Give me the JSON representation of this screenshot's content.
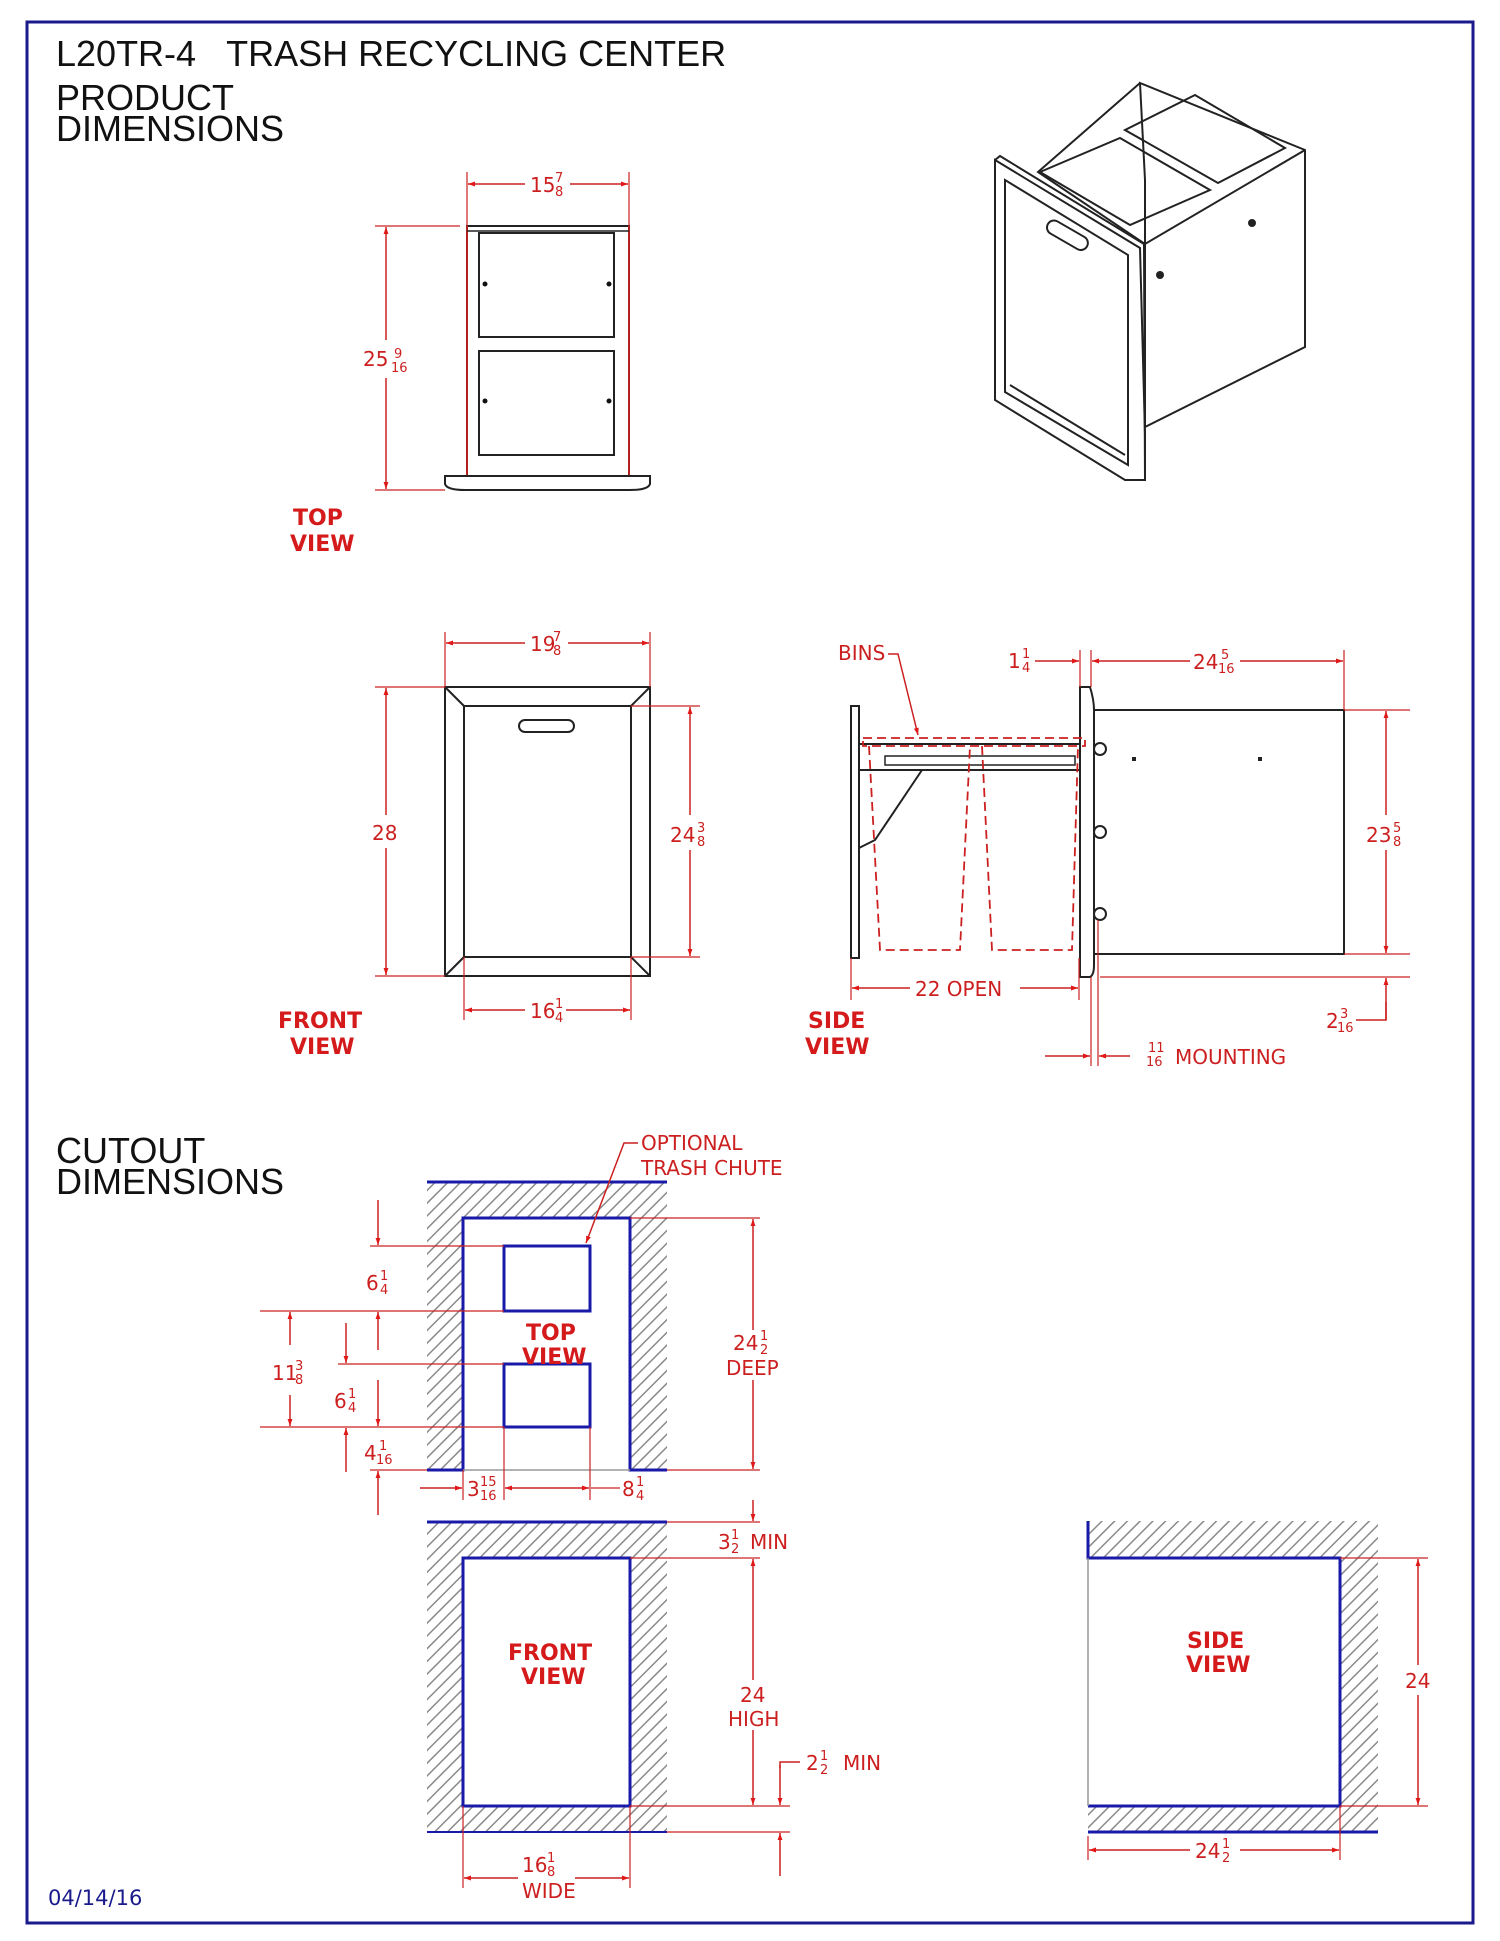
{
  "header": {
    "model": "L20TR-4",
    "title": "TRASH RECYCLING CENTER"
  },
  "sections": {
    "product": {
      "line1": "PRODUCT",
      "line2": "DIMENSIONS"
    },
    "cutout": {
      "line1": "CUTOUT",
      "line2": "DIMENSIONS"
    }
  },
  "product_views": {
    "top_view": {
      "label_line1": "TOP",
      "label_line2": "VIEW",
      "width": {
        "whole": "15",
        "num": "7",
        "den": "8"
      },
      "depth": {
        "whole": "25",
        "num": "9",
        "den": "16"
      }
    },
    "front_view": {
      "label_line1": "FRONT",
      "label_line2": "VIEW",
      "overall_width": {
        "whole": "19",
        "num": "7",
        "den": "8"
      },
      "overall_height": "28",
      "inner_height": {
        "whole": "24",
        "num": "3",
        "den": "8"
      },
      "inner_width": {
        "whole": "16",
        "num": "1",
        "den": "4"
      }
    },
    "side_view": {
      "label_line1": "SIDE",
      "label_line2": "VIEW",
      "bins_label": "BINS",
      "door_thickness": {
        "whole": "1",
        "num": "1",
        "den": "4"
      },
      "body_depth": {
        "whole": "24",
        "num": "5",
        "den": "16"
      },
      "body_height": {
        "whole": "23",
        "num": "5",
        "den": "8"
      },
      "open_extension": "22 OPEN",
      "bottom_offset": {
        "whole": "2",
        "num": "3",
        "den": "16"
      },
      "mounting": {
        "num": "11",
        "den": "16",
        "text": "MOUNTING"
      }
    }
  },
  "cutout_views": {
    "top_view": {
      "label_line1": "TOP",
      "label_line2": "VIEW",
      "chute_label_line1": "OPTIONAL",
      "chute_label_line2": "TRASH  CHUTE",
      "chute_1_height": {
        "whole": "6",
        "num": "1",
        "den": "4"
      },
      "chute_2_height": {
        "whole": "6",
        "num": "1",
        "den": "4"
      },
      "chute_spacing": {
        "whole": "11",
        "num": "3",
        "den": "8"
      },
      "front_offset": {
        "whole": "4",
        "num": "1",
        "den": "16"
      },
      "side_offset": {
        "whole": "3",
        "num": "15",
        "den": "16"
      },
      "chute_width": {
        "whole": "8",
        "num": "1",
        "den": "4"
      },
      "depth": {
        "whole": "24",
        "num": "1",
        "den": "2"
      },
      "depth_label": "DEEP"
    },
    "front_view": {
      "label_line1": "FRONT",
      "label_line2": "VIEW",
      "top_clearance": {
        "whole": "3",
        "num": "1",
        "den": "2",
        "suffix": "MIN"
      },
      "height": "24",
      "height_label": "HIGH",
      "bottom_clearance": {
        "whole": "2",
        "num": "1",
        "den": "2",
        "suffix": "MIN"
      },
      "width": {
        "whole": "16",
        "num": "1",
        "den": "8"
      },
      "width_label": "WIDE"
    },
    "side_view": {
      "label_line1": "SIDE",
      "label_line2": "VIEW",
      "height": "24",
      "depth": {
        "whole": "24",
        "num": "1",
        "den": "2"
      }
    }
  },
  "footer": {
    "date": "04/14/16"
  },
  "colors": {
    "border": "#1a1a8c",
    "dimension": "#cc2020",
    "cutout_outline": "#1a1aa8",
    "hatch": "#808080",
    "linework": "#111111"
  }
}
